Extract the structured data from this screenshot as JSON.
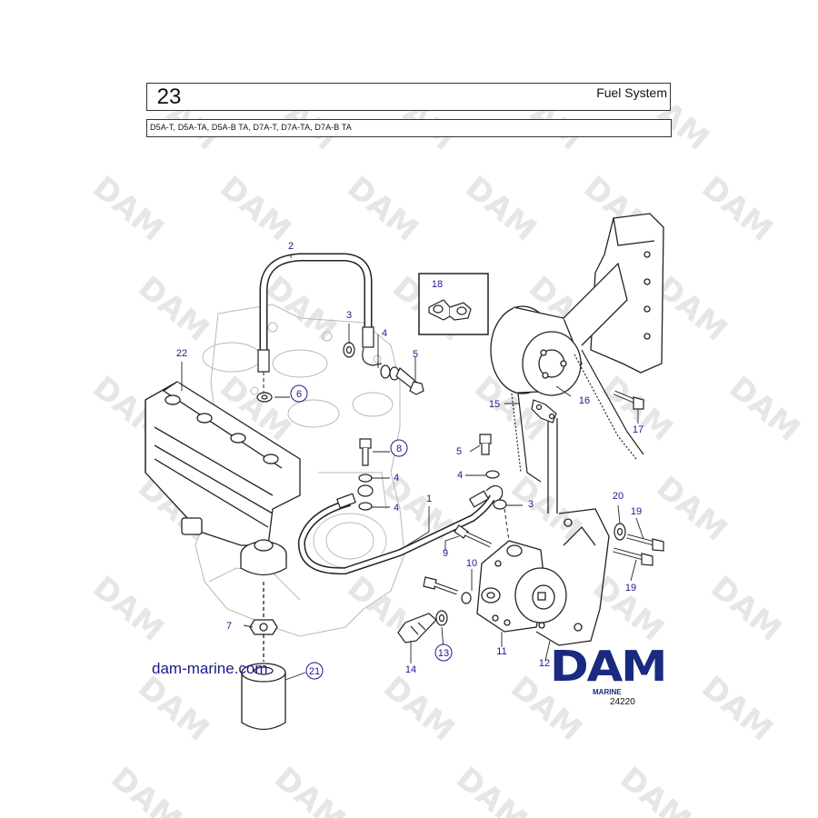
{
  "header": {
    "section_number": "23",
    "title": "Fuel System",
    "models": "D5A-T, D5A-TA, D5A-B TA, D7A-T, D7A-TA, D7A-B TA"
  },
  "watermark": {
    "text": "DAM"
  },
  "site_url": "dam-marine.com",
  "logo": {
    "main": "DAM",
    "sub": "MARINE"
  },
  "figure_number": "24220",
  "callouts": [
    {
      "id": "c1",
      "label": "1",
      "circled": false
    },
    {
      "id": "c2",
      "label": "2",
      "circled": false
    },
    {
      "id": "c3a",
      "label": "3",
      "circled": false
    },
    {
      "id": "c3b",
      "label": "3",
      "circled": false
    },
    {
      "id": "c4a",
      "label": "4",
      "circled": false
    },
    {
      "id": "c4b",
      "label": "4",
      "circled": false
    },
    {
      "id": "c4c",
      "label": "4",
      "circled": false
    },
    {
      "id": "c4d",
      "label": "4",
      "circled": false
    },
    {
      "id": "c5a",
      "label": "5",
      "circled": false
    },
    {
      "id": "c5b",
      "label": "5",
      "circled": false
    },
    {
      "id": "c6",
      "label": "6",
      "circled": true
    },
    {
      "id": "c7",
      "label": "7",
      "circled": false
    },
    {
      "id": "c8",
      "label": "8",
      "circled": true
    },
    {
      "id": "c9",
      "label": "9",
      "circled": false
    },
    {
      "id": "c10",
      "label": "10",
      "circled": false
    },
    {
      "id": "c11",
      "label": "11",
      "circled": false
    },
    {
      "id": "c12",
      "label": "12",
      "circled": false
    },
    {
      "id": "c13",
      "label": "13",
      "circled": true
    },
    {
      "id": "c14",
      "label": "14",
      "circled": false
    },
    {
      "id": "c15",
      "label": "15",
      "circled": false
    },
    {
      "id": "c16",
      "label": "16",
      "circled": false
    },
    {
      "id": "c17",
      "label": "17",
      "circled": false
    },
    {
      "id": "c18",
      "label": "18",
      "circled": false
    },
    {
      "id": "c19a",
      "label": "19",
      "circled": false
    },
    {
      "id": "c19b",
      "label": "19",
      "circled": false
    },
    {
      "id": "c20",
      "label": "20",
      "circled": false
    },
    {
      "id": "c21",
      "label": "21",
      "circled": true
    },
    {
      "id": "c22",
      "label": "22",
      "circled": false
    }
  ],
  "colors": {
    "callout": "#1a1a8a",
    "logo": "#1a2a80",
    "watermark": "#e6e6e6",
    "line": "#222222",
    "engine_ghost": "#b8b8b8"
  }
}
